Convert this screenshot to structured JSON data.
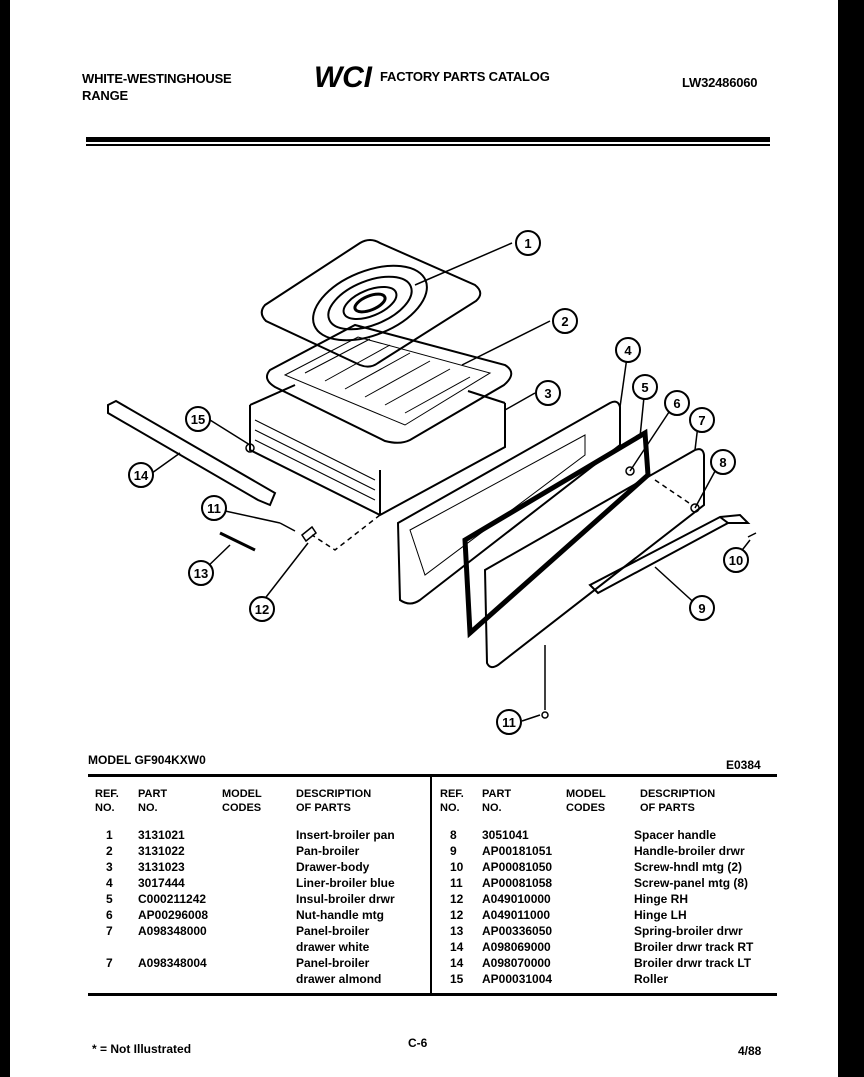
{
  "header": {
    "brand_line1": "WHITE-WESTINGHOUSE",
    "brand_line2": "RANGE",
    "logo_text": "WCI",
    "catalog_title": "FACTORY PARTS CATALOG",
    "doc_number": "LW32486060"
  },
  "diagram": {
    "callouts": [
      "1",
      "2",
      "3",
      "4",
      "5",
      "6",
      "7",
      "8",
      "9",
      "10",
      "11",
      "12",
      "13",
      "14",
      "15",
      "11"
    ]
  },
  "model_line": "MODEL GF904KXW0",
  "figure_code": "E0384",
  "table": {
    "headers": {
      "ref": "REF.\nNO.",
      "part": "PART\nNO.",
      "model": "MODEL\nCODES",
      "desc": "DESCRIPTION\nOF PARTS"
    },
    "left_rows": [
      {
        "ref": "1",
        "part": "3131021",
        "desc": "Insert-broiler pan"
      },
      {
        "ref": "2",
        "part": "3131022",
        "desc": "Pan-broiler"
      },
      {
        "ref": "3",
        "part": "3131023",
        "desc": "Drawer-body"
      },
      {
        "ref": "4",
        "part": "3017444",
        "desc": "Liner-broiler blue"
      },
      {
        "ref": "5",
        "part": "C000211242",
        "desc": "Insul-broiler drwr"
      },
      {
        "ref": "6",
        "part": "AP00296008",
        "desc": "Nut-handle mtg"
      },
      {
        "ref": "7",
        "part": "A098348000",
        "desc": "Panel-broiler"
      },
      {
        "ref": "",
        "part": "",
        "desc": "drawer white"
      },
      {
        "ref": "7",
        "part": "A098348004",
        "desc": "Panel-broiler"
      },
      {
        "ref": "",
        "part": "",
        "desc": "drawer almond"
      }
    ],
    "right_rows": [
      {
        "ref": "8",
        "part": "3051041",
        "desc": "Spacer handle"
      },
      {
        "ref": "9",
        "part": "AP00181051",
        "desc": "Handle-broiler drwr"
      },
      {
        "ref": "10",
        "part": "AP00081050",
        "desc": "Screw-hndl mtg (2)"
      },
      {
        "ref": "11",
        "part": "AP00081058",
        "desc": "Screw-panel mtg (8)"
      },
      {
        "ref": "12",
        "part": "A049010000",
        "desc": "Hinge RH"
      },
      {
        "ref": "12",
        "part": "A049011000",
        "desc": "Hinge LH"
      },
      {
        "ref": "13",
        "part": "AP00336050",
        "desc": "Spring-broiler drwr"
      },
      {
        "ref": "14",
        "part": "A098069000",
        "desc": "Broiler drwr track RT"
      },
      {
        "ref": "14",
        "part": "A098070000",
        "desc": "Broiler drwr track LT"
      },
      {
        "ref": "15",
        "part": "AP00031004",
        "desc": "Roller"
      }
    ]
  },
  "footer": {
    "footnote": "* = Not Illustrated",
    "page": "C-6",
    "date": "4/88"
  }
}
